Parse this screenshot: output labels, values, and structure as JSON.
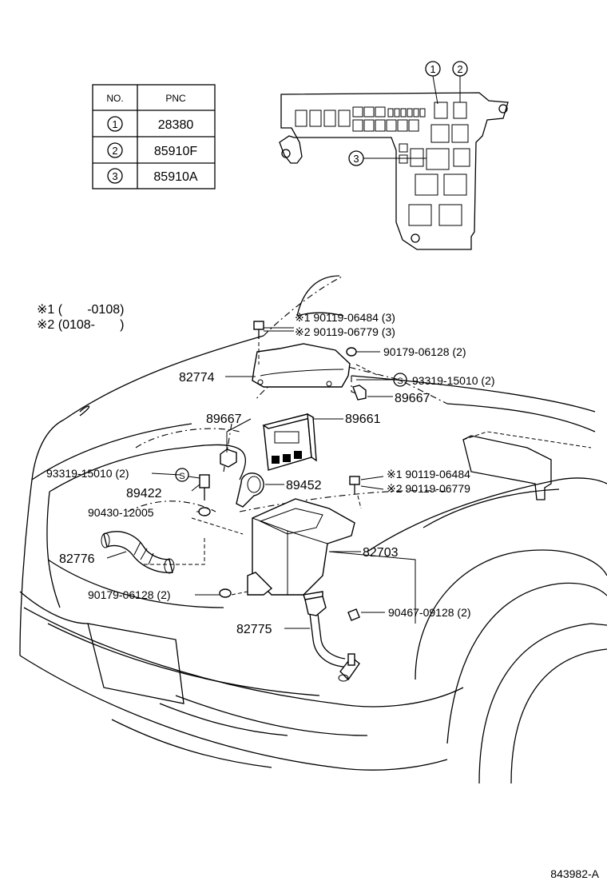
{
  "table": {
    "header_no": "NO.",
    "header_pnc": "PNC",
    "rows": [
      {
        "no": "1",
        "pnc": "28380"
      },
      {
        "no": "2",
        "pnc": "85910F"
      },
      {
        "no": "3",
        "pnc": "85910A"
      }
    ]
  },
  "relay_block": {
    "callouts": [
      "1",
      "2",
      "3"
    ]
  },
  "notes": {
    "note1": "※1 (       -0108)",
    "note2": "※2 (0108-       )"
  },
  "parts": {
    "p_90119_a1": "※1 90119-06484 (3)",
    "p_90119_a2": "※2 90119-06779 (3)",
    "p_90179_top": "90179-06128 (2)",
    "p_93319_right": "93319-15010 (2)",
    "p_89667_right": "89667",
    "p_82774": "82774",
    "p_89667_left": "89667",
    "p_89661": "89661",
    "p_93319_left": "93319-15010 (2)",
    "p_89422": "89422",
    "p_89452": "89452",
    "p_90119_b1": "※1 90119-06484",
    "p_90119_b2": "※2 90119-06779",
    "p_90430": "90430-12005",
    "p_82776": "82776",
    "p_82703": "82703",
    "p_90179_bottom": "90179-06128 (2)",
    "p_90467": "90467-09128 (2)",
    "p_82775": "82775",
    "s_mark": "S"
  },
  "footer": {
    "code": "843982-A"
  }
}
